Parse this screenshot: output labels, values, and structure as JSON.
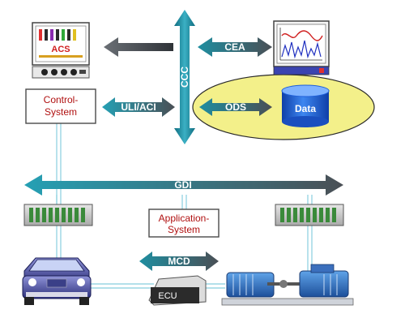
{
  "nodes": {
    "acs": "ACS",
    "control_system_line1": "Control-",
    "control_system_line2": "System",
    "application_system_line1": "Application-",
    "application_system_line2": "System",
    "data": "Data",
    "ecu": "ECU"
  },
  "buses": {
    "ccc": "CCC",
    "cea": "CEA",
    "uli_aci": "ULI/ACI",
    "ods": "ODS",
    "gdi": "GDI",
    "mcd": "MCD"
  },
  "colors": {
    "teal_arrow": "#1f8ea0",
    "dark_arrow": "#4a4f55",
    "ellipse_fill": "#f3f08a",
    "db_blue": "#1f5fd8",
    "label_red": "#b01010",
    "connector": "#9ad6e4"
  }
}
